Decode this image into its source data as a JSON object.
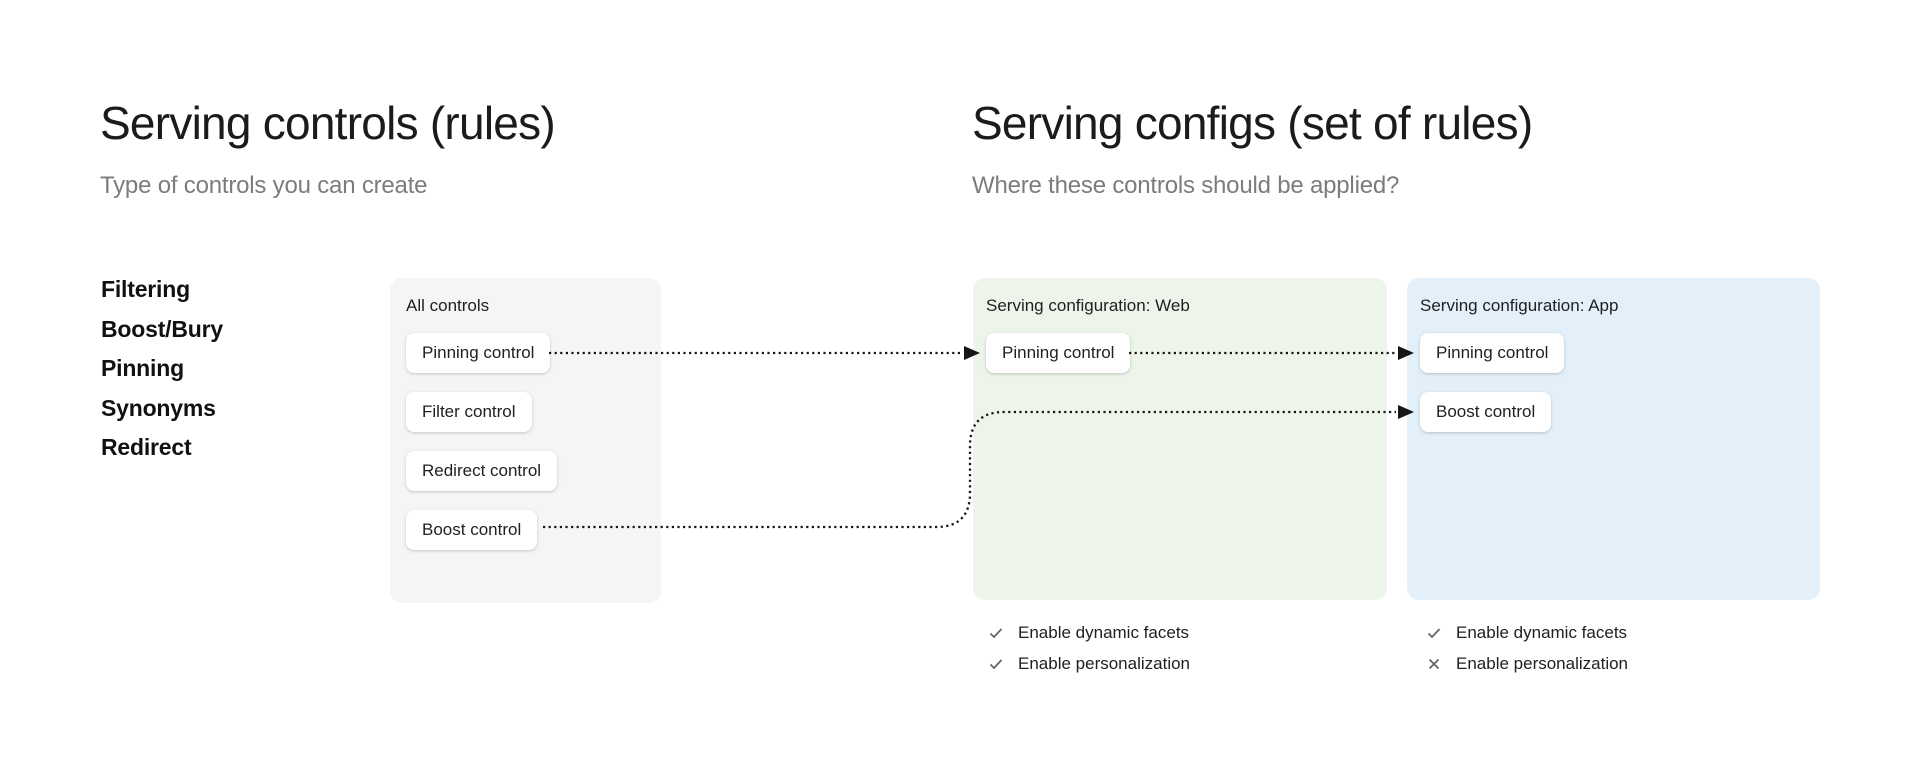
{
  "left_section": {
    "title": "Serving controls (rules)",
    "subtitle": "Type of controls you can create",
    "control_types": [
      "Filtering",
      "Boost/Bury",
      "Pinning",
      "Synonyms",
      "Redirect"
    ]
  },
  "right_section": {
    "title": "Serving configs (set of rules)",
    "subtitle": "Where these controls should be applied?"
  },
  "all_controls_card": {
    "title": "All controls",
    "controls": [
      "Pinning control",
      "Filter control",
      "Redirect control",
      "Boost control"
    ]
  },
  "web_card": {
    "title": "Serving configuration: Web",
    "controls": [
      "Pinning control"
    ],
    "settings": [
      {
        "icon": "check",
        "label": "Enable dynamic facets"
      },
      {
        "icon": "check",
        "label": "Enable personalization"
      }
    ]
  },
  "app_card": {
    "title": "Serving configuration: App",
    "controls": [
      "Pinning control",
      "Boost control"
    ],
    "settings": [
      {
        "icon": "check",
        "label": "Enable dynamic facets"
      },
      {
        "icon": "cross",
        "label": "Enable personalization"
      }
    ]
  },
  "connections": [
    {
      "from": "All controls / Pinning control",
      "to": "Serving configuration: Web / Pinning control",
      "style": "dotted-arrow"
    },
    {
      "from": "Serving configuration: Web / Pinning control",
      "to": "Serving configuration: App / Pinning control",
      "style": "dotted-arrow"
    },
    {
      "from": "All controls / Boost control",
      "to": "Serving configuration: App / Boost control",
      "style": "dotted-arrow"
    }
  ],
  "colors": {
    "background": "#ffffff",
    "all_controls_card_bg": "#f5f5f4",
    "web_card_bg": "#edf4ea",
    "app_card_bg": "#e3f0fa",
    "pill_bg": "#ffffff",
    "title_text": "#1b1b1b",
    "subtitle_text": "#7c7c7c",
    "body_text": "#202124",
    "arrow": "#161616",
    "setting_icon": "#5f6368"
  }
}
